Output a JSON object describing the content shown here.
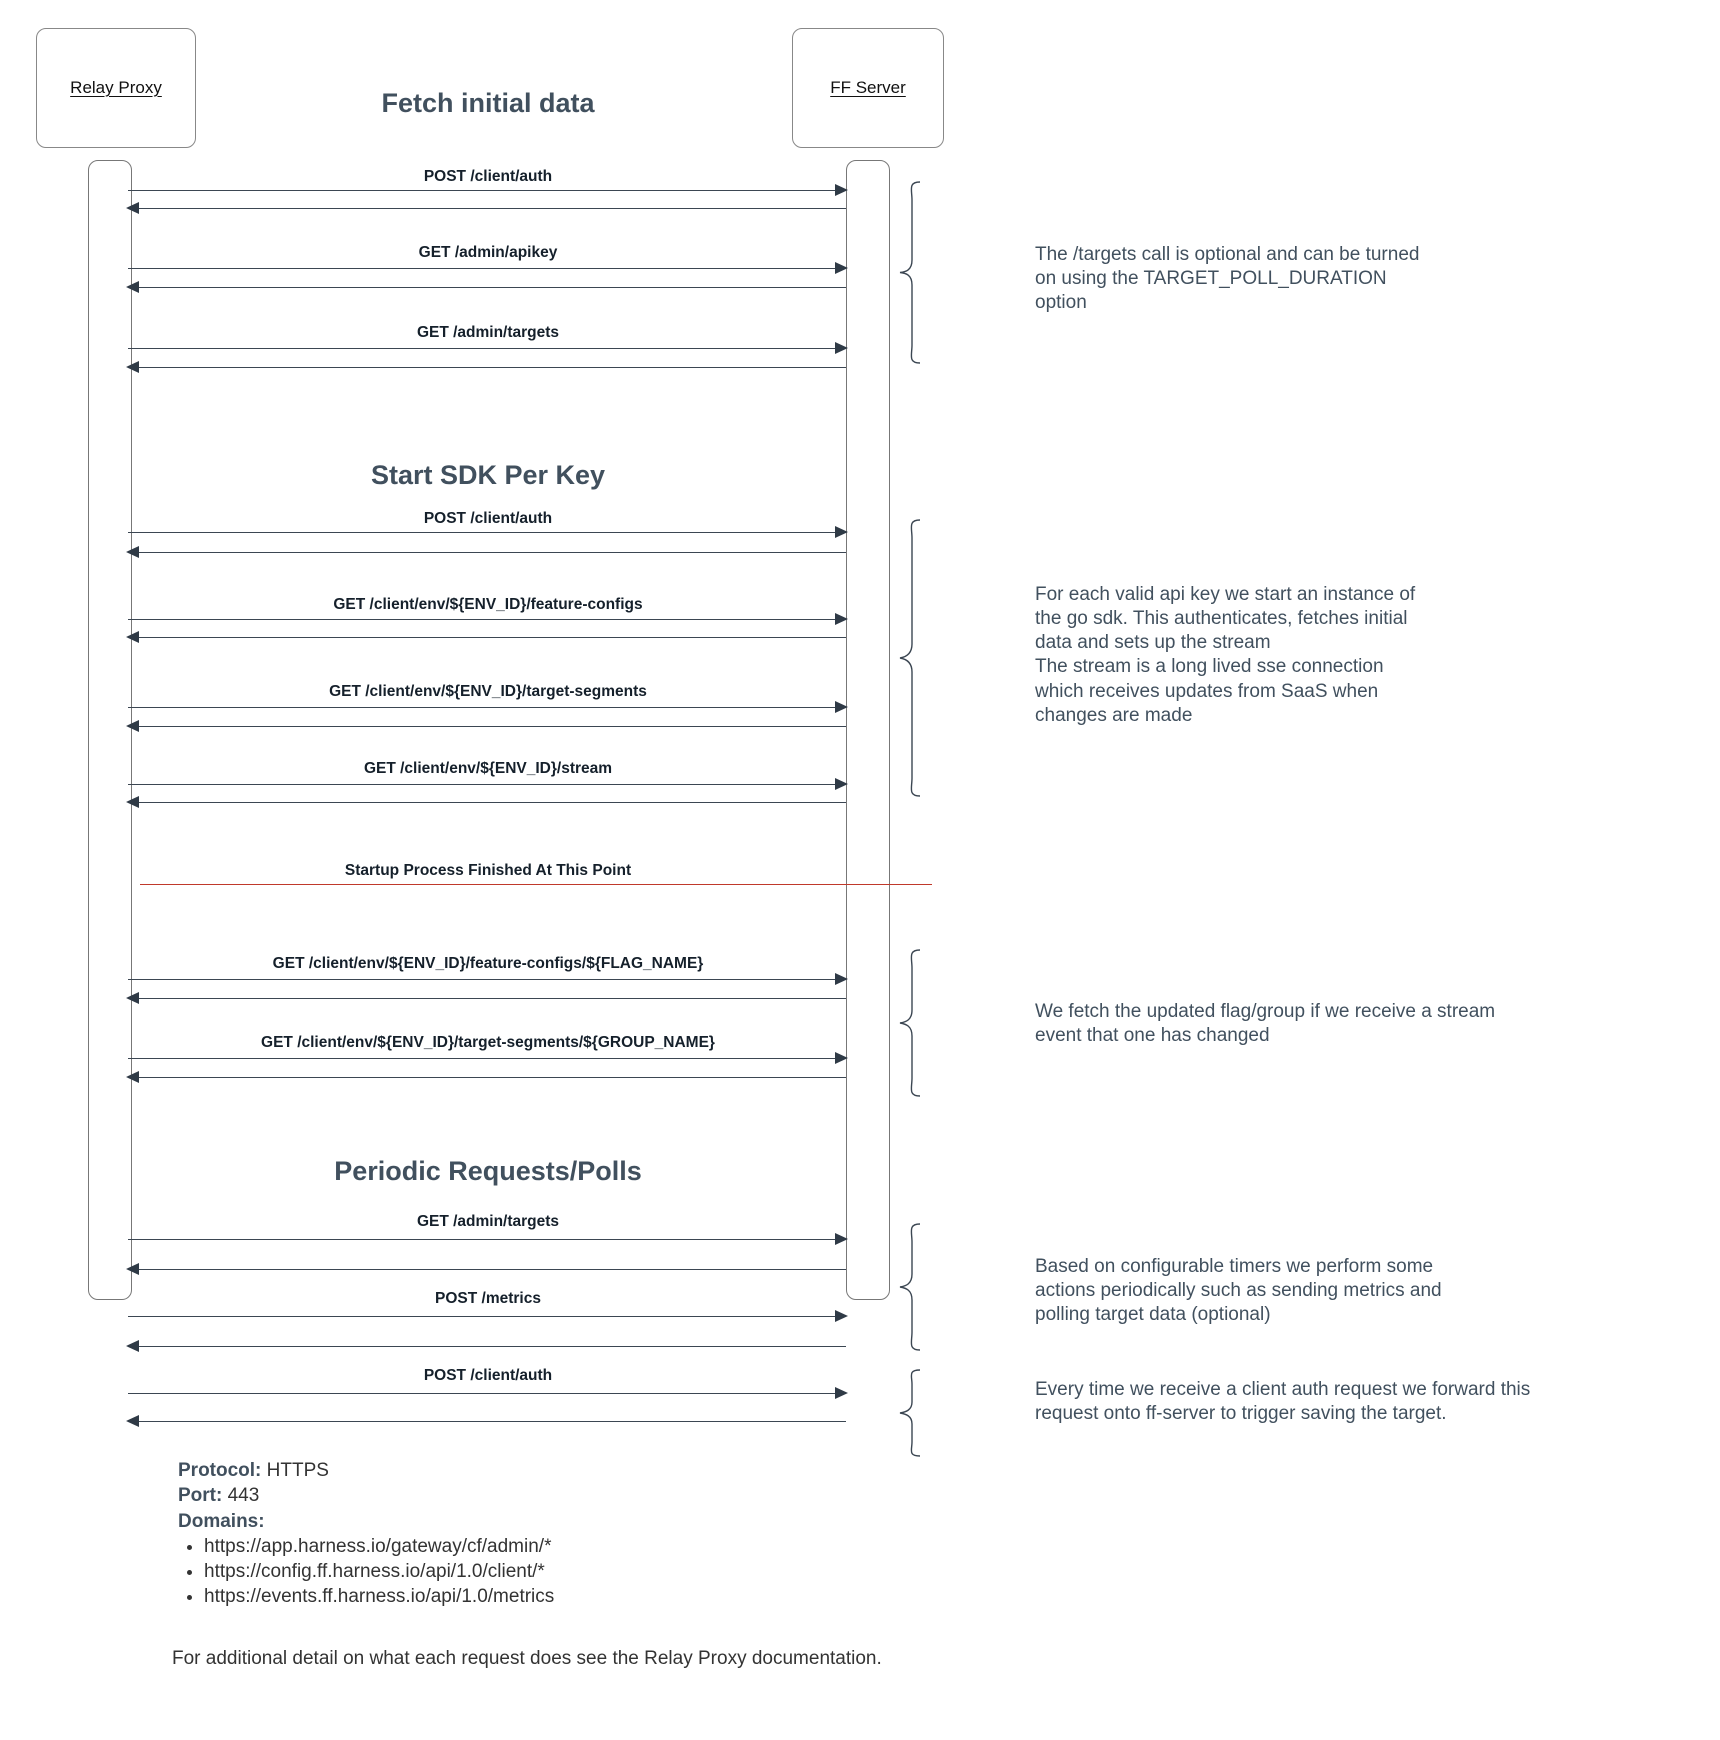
{
  "diagram": {
    "type": "sequence-diagram",
    "actors": [
      {
        "id": "relay-proxy",
        "label": "Relay Proxy"
      },
      {
        "id": "ff-server",
        "label": "FF Server"
      }
    ],
    "sections": [
      {
        "id": "fetch-initial-data",
        "title": "Fetch initial data"
      },
      {
        "id": "start-sdk-per-key",
        "title": "Start SDK Per Key"
      },
      {
        "id": "periodic-requests",
        "title": "Periodic Requests/Polls"
      }
    ],
    "divider": {
      "label": "Startup Process Finished At This Point",
      "color": "#c0392b"
    },
    "messages": [
      {
        "id": "m1",
        "label": "POST /client/auth"
      },
      {
        "id": "m2",
        "label": "GET /admin/apikey"
      },
      {
        "id": "m3",
        "label": "GET /admin/targets"
      },
      {
        "id": "m4",
        "label": "POST /client/auth"
      },
      {
        "id": "m5",
        "label": "GET /client/env/${ENV_ID}/feature-configs"
      },
      {
        "id": "m6",
        "label": "GET /client/env/${ENV_ID}/target-segments"
      },
      {
        "id": "m7",
        "label": "GET /client/env/${ENV_ID}/stream"
      },
      {
        "id": "m8",
        "label": "GET /client/env/${ENV_ID}/feature-configs/${FLAG_NAME}"
      },
      {
        "id": "m9",
        "label": "GET /client/env/${ENV_ID}/target-segments/${GROUP_NAME}"
      },
      {
        "id": "m10",
        "label": "GET /admin/targets"
      },
      {
        "id": "m11",
        "label": "POST /metrics"
      },
      {
        "id": "m12",
        "label": "POST /client/auth"
      }
    ],
    "notes": [
      {
        "id": "note-targets",
        "text": "The /targets call is optional and can be turned\non using the TARGET_POLL_DURATION\noption"
      },
      {
        "id": "note-sdk",
        "text": "For each valid api key we start an instance of\nthe go sdk. This authenticates, fetches initial\ndata and sets up the stream\nThe stream is a long lived sse connection\nwhich receives updates from SaaS when\nchanges are made"
      },
      {
        "id": "note-stream",
        "text": "We fetch the updated flag/group if we receive a stream\nevent that one has changed"
      },
      {
        "id": "note-periodic",
        "text": "Based on configurable timers we perform some\nactions periodically such as sending metrics and\npolling target data (optional)"
      },
      {
        "id": "note-auth",
        "text": "Every time we receive a client auth request we forward this\nrequest onto ff-server to trigger saving the target."
      }
    ],
    "footer": {
      "protocol_key": "Protocol:",
      "protocol_value": "HTTPS",
      "port_key": "Port:",
      "port_value": "443",
      "domains_key": "Domains:",
      "domains": [
        "https://app.harness.io/gateway/cf/admin/*",
        "https://config.ff.harness.io/api/1.0/client/*",
        "https://events.ff.harness.io/api/1.0/metrics"
      ],
      "closing_note": "For additional detail on what each request does see the Relay Proxy documentation."
    }
  }
}
